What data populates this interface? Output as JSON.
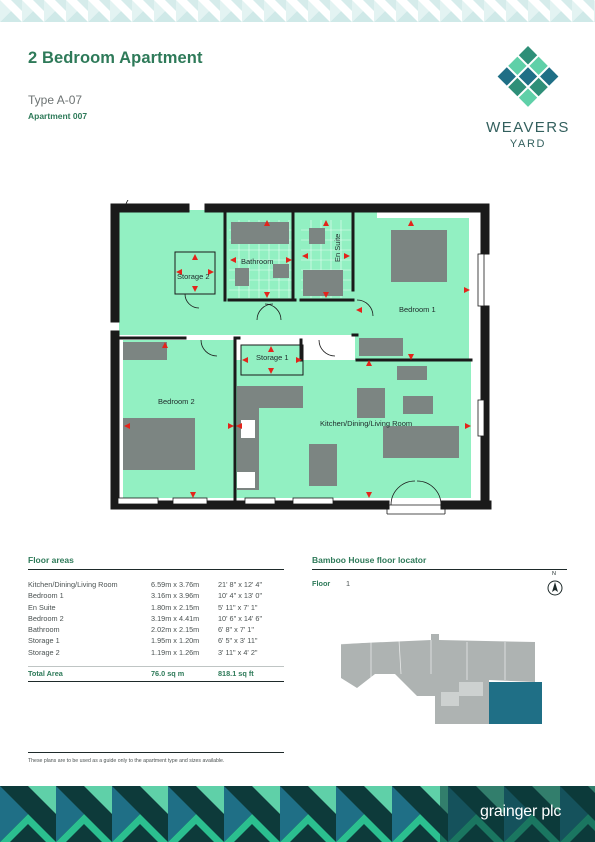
{
  "header": {
    "title": "2 Bedroom Apartment",
    "type": "Type A-07",
    "apartment": "Apartment 007"
  },
  "logo": {
    "line1": "WEAVERS",
    "line2": "YARD",
    "icon": "woven-squares-logo"
  },
  "plan": {
    "labels": {
      "storage2": "Storage 2",
      "bathroom": "Bathroom",
      "ensuite": "En Suite",
      "bedroom1": "Bedroom 1",
      "storage1": "Storage 1",
      "bedroom2": "Bedroom 2",
      "kitchen": "Kitchen/Dining/Living Room"
    },
    "colors": {
      "room_fill": "#92f0c2",
      "wall": "#1a1a1a",
      "furniture": "#7c8582",
      "dimension_arrow": "#e3241b"
    }
  },
  "floor_areas": {
    "title": "Floor areas",
    "rows": [
      {
        "room": "Kitchen/Dining/Living Room",
        "metric": "6.59m x 3.76m",
        "imperial": "21' 8\" x 12' 4\""
      },
      {
        "room": "Bedroom 1",
        "metric": "3.16m x 3.96m",
        "imperial": "10' 4\" x 13' 0\""
      },
      {
        "room": "En Suite",
        "metric": "1.80m x 2.15m",
        "imperial": "5' 11\" x 7' 1\""
      },
      {
        "room": "Bedroom 2",
        "metric": "3.19m x 4.41m",
        "imperial": "10' 6\" x 14' 6\""
      },
      {
        "room": "Bathroom",
        "metric": "2.02m x 2.15m",
        "imperial": "6' 8\" x 7' 1\""
      },
      {
        "room": "Storage 1",
        "metric": "1.95m x 1.20m",
        "imperial": "6' 5\" x 3' 11\""
      },
      {
        "room": "Storage 2",
        "metric": "1.19m x 1.26m",
        "imperial": "3' 11\" x 4' 2\""
      }
    ],
    "total": {
      "label": "Total Area",
      "metric": "76.0 sq m",
      "imperial": "818.1 sq ft"
    }
  },
  "locator": {
    "title": "Bamboo House floor locator",
    "floor_label": "Floor",
    "floor_value": "1",
    "north_label": "N",
    "highlight_color": "#1f6f86"
  },
  "footer": {
    "disclaimer": "These plans are to be used as a guide only to the apartment type and sizes available.",
    "brand": "grainger plc"
  }
}
